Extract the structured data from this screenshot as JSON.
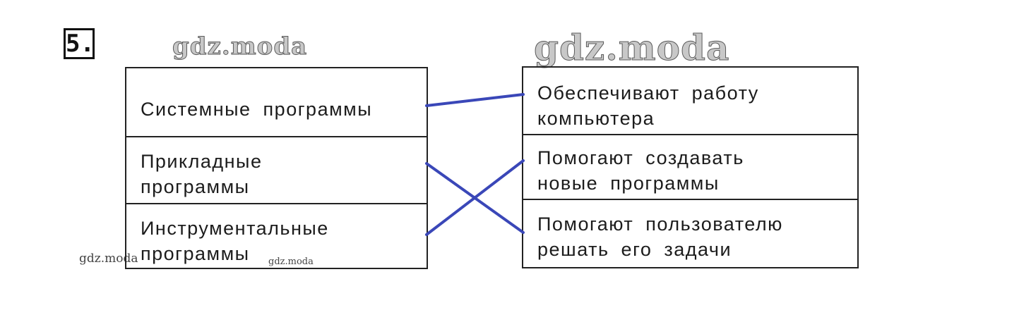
{
  "task": {
    "number": "5."
  },
  "watermarks": {
    "top_left": "gdz.moda",
    "top_right": "gdz.moda",
    "bottom_left": "gdz.moda",
    "bottom_small": "gdz.moda"
  },
  "left_column": [
    {
      "lines": [
        "Системные программы"
      ]
    },
    {
      "lines": [
        "Прикладные",
        "программы"
      ]
    },
    {
      "lines": [
        "Инструментальные",
        "программы"
      ]
    }
  ],
  "right_column": [
    {
      "lines": [
        "Обеспечивают работу",
        "компьютера"
      ]
    },
    {
      "lines": [
        "Помогают создавать",
        "новые программы"
      ]
    },
    {
      "lines": [
        "Помогают пользователю",
        "решать его задачи"
      ]
    }
  ],
  "connections": [
    {
      "from": 0,
      "to": 0
    },
    {
      "from": 1,
      "to": 2
    },
    {
      "from": 2,
      "to": 1
    }
  ],
  "colors": {
    "line": "#3a47b8",
    "border": "#222222",
    "text": "#1c1c1c"
  }
}
